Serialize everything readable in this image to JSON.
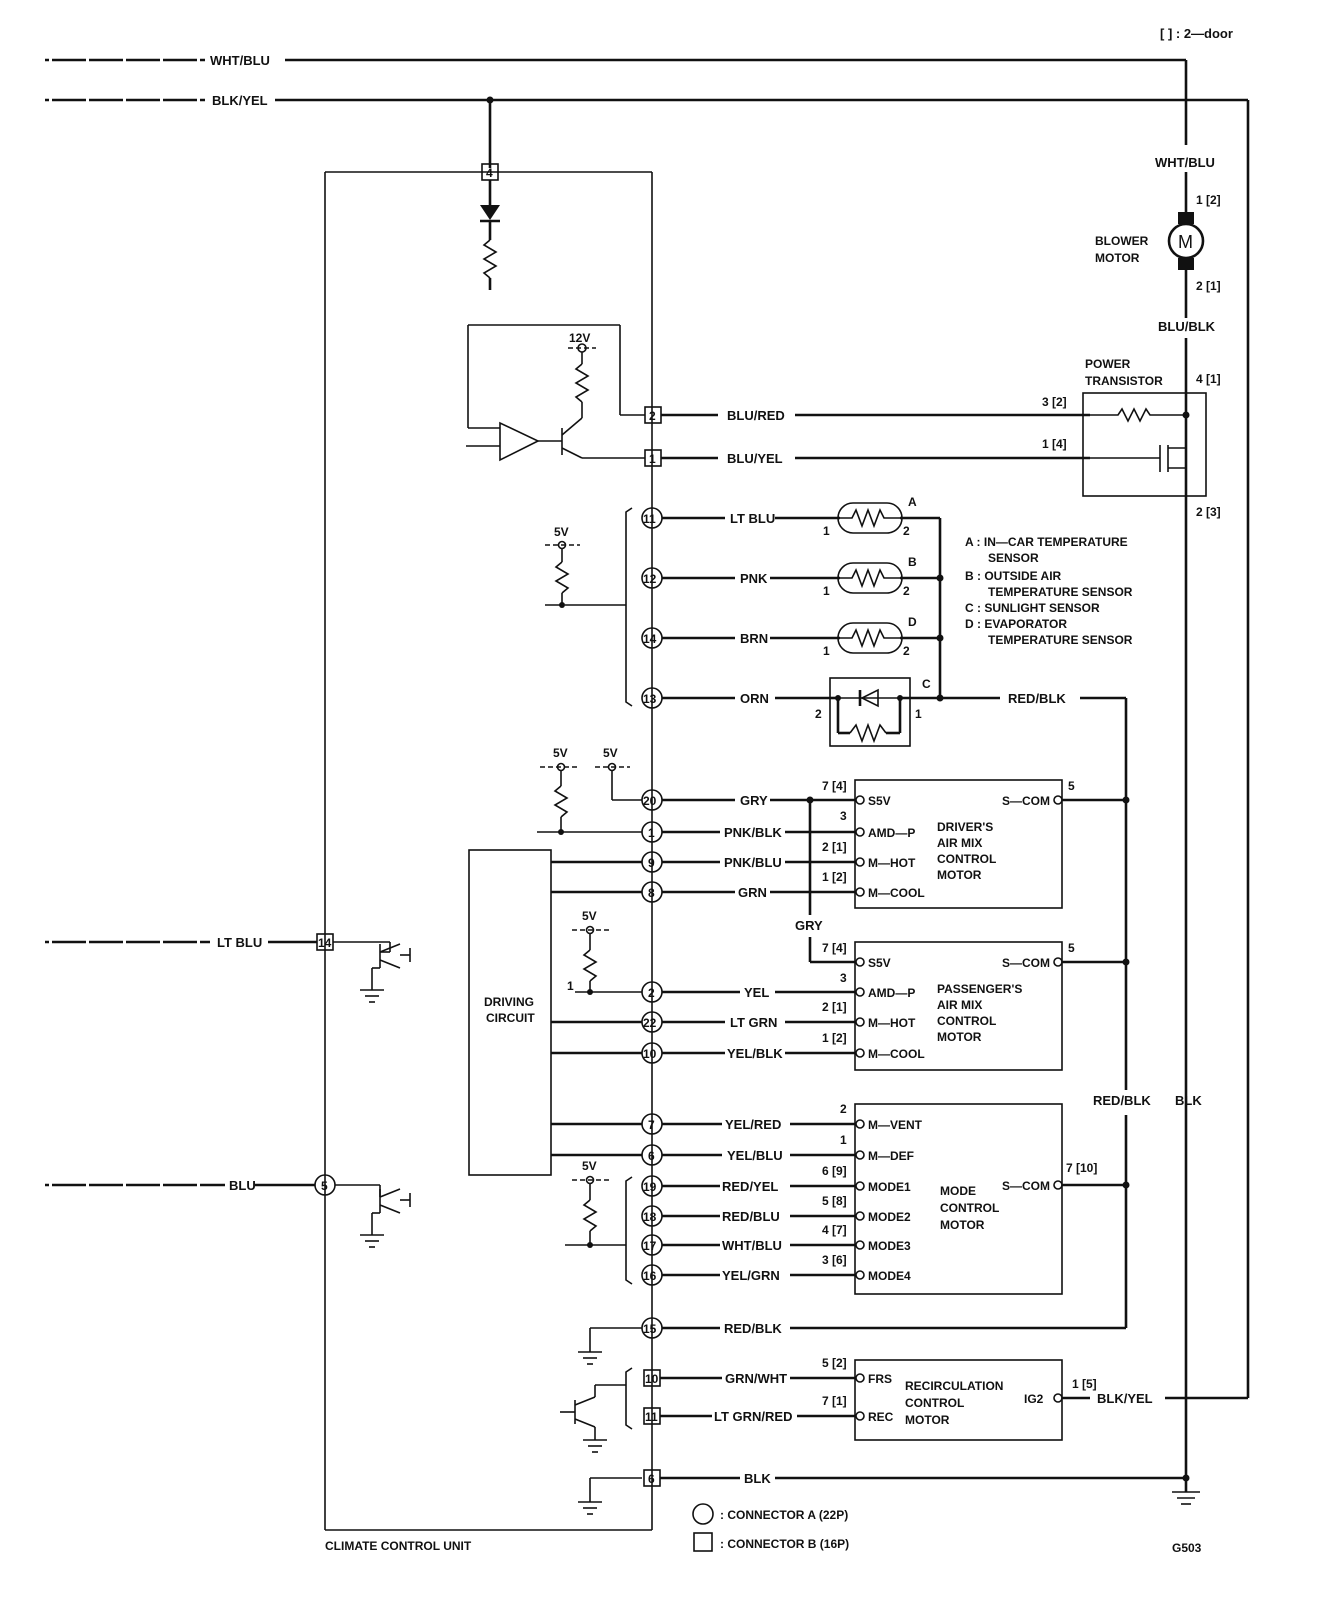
{
  "legend_note": "[ ] : 2—door",
  "unit_label": "CLIMATE CONTROL UNIT",
  "ground_label": "G503",
  "connector_legend": {
    "a": ": CONNECTOR A (22P)",
    "b": ": CONNECTOR B (16P)"
  },
  "top_wires": {
    "wht_blu": "WHT/BLU",
    "blk_yel": "BLK/YEL"
  },
  "left_inputs": {
    "lt_blu": "LT BLU",
    "blu": "BLU"
  },
  "blower": {
    "label_line1": "BLOWER",
    "label_line2": "MOTOR",
    "symbol": "M",
    "in_wire": "WHT/BLU",
    "out_wire": "BLU/BLK",
    "pin_top": "1  [2]",
    "pin_bottom": "2  [1]"
  },
  "transistor": {
    "label_line1": "POWER",
    "label_line2": "TRANSISTOR",
    "pin_4": "4  [1]",
    "pin_3": "3  [2]",
    "pin_1": "1  [4]",
    "pin_2": "2  [3]",
    "supply": "12V"
  },
  "wires": {
    "blu_red": "BLU/RED",
    "blu_yel": "BLU/YEL",
    "lt_blu": "LT BLU",
    "pnk": "PNK",
    "brn": "BRN",
    "orn": "ORN",
    "red_blk": "RED/BLK",
    "gry": "GRY",
    "pnk_blk": "PNK/BLK",
    "pnk_blu": "PNK/BLU",
    "grn": "GRN",
    "gry_drop": "GRY",
    "yel": "YEL",
    "lt_grn": "LT GRN",
    "yel_blk": "YEL/BLK",
    "yel_red": "YEL/RED",
    "yel_blu": "YEL/BLU",
    "red_yel": "RED/YEL",
    "red_blu": "RED/BLU",
    "wht_blu": "WHT/BLU",
    "yel_grn": "YEL/GRN",
    "red_blk_2": "RED/BLK",
    "grn_wht": "GRN/WHT",
    "lt_grn_red": "LT GRN/RED",
    "blk": "BLK",
    "red_blk_v": "RED/BLK",
    "blk_v": "BLK",
    "blk_yel_r": "BLK/YEL"
  },
  "pins": {
    "p4": "4",
    "p2b": "2",
    "p1b": "1",
    "p11": "11",
    "p12": "12",
    "p14": "14",
    "p13": "13",
    "p20": "20",
    "p1": "1",
    "p9": "9",
    "p8": "8",
    "p14b": "14",
    "p2": "2",
    "p22": "22",
    "p10": "10",
    "p7": "7",
    "p6": "6",
    "p5": "5",
    "p19": "19",
    "p18": "18",
    "p17": "17",
    "p16": "16",
    "p15": "15",
    "p10b": "10",
    "p11b": "11",
    "p6b": "6"
  },
  "supplies": {
    "v1": "5V",
    "v2": "5V",
    "v3": "5V",
    "v4": "5V",
    "v5": "5V"
  },
  "driving_circuit": {
    "line1": "DRIVING",
    "line2": "CIRCUIT"
  },
  "sensors": {
    "a": "A",
    "b": "B",
    "d": "D",
    "c": "C",
    "n1": "1",
    "n2": "2",
    "legend_a1": "A :  IN—CAR TEMPERATURE",
    "legend_a2": "SENSOR",
    "legend_b1": "B :  OUTSIDE AIR",
    "legend_b2": "TEMPERATURE SENSOR",
    "legend_c1": "C :  SUNLIGHT SENSOR",
    "legend_d1": "D :  EVAPORATOR",
    "legend_d2": "TEMPERATURE SENSOR"
  },
  "drivers_motor": {
    "l1": "DRIVER'S",
    "l2": "AIR MIX",
    "l3": "CONTROL",
    "l4": "MOTOR",
    "s5v": "S5V",
    "amdp": "AMD—P",
    "mhot": "M—HOT",
    "mcool": "M—COOL",
    "scom": "S—COM",
    "n_s5v": "7  [4]",
    "n_amd": "3",
    "n_hot": "2  [1]",
    "n_cool": "1  [2]",
    "n_scom": "5"
  },
  "pass_motor": {
    "l1": "PASSENGER'S",
    "l2": "AIR MIX",
    "l3": "CONTROL",
    "l4": "MOTOR",
    "s5v": "S5V",
    "amdp": "AMD—P",
    "mhot": "M—HOT",
    "mcool": "M—COOL",
    "scom": "S—COM",
    "n_s5v": "7  [4]",
    "n_amd": "3",
    "n_hot": "2  [1]",
    "n_cool": "1  [2]",
    "n_scom": "5"
  },
  "mode_motor": {
    "l1": "MODE",
    "l2": "CONTROL",
    "l3": "MOTOR",
    "vent": "M—VENT",
    "def": "M—DEF",
    "m1": "MODE1",
    "m2": "MODE2",
    "m3": "MODE3",
    "m4": "MODE4",
    "scom": "S—COM",
    "n_vent": "2",
    "n_def": "1",
    "n_m1": "6  [9]",
    "n_m2": "5  [8]",
    "n_m3": "4  [7]",
    "n_m4": "3  [6]",
    "n_scom": "7  [10]"
  },
  "recirc_motor": {
    "l1": "RECIRCULATION",
    "l2": "CONTROL",
    "l3": "MOTOR",
    "frs": "FRS",
    "rec": "REC",
    "ig2": "IG2",
    "n_frs": "5  [2]",
    "n_rec": "7  [1]",
    "n_ig2": "1  [5]"
  }
}
